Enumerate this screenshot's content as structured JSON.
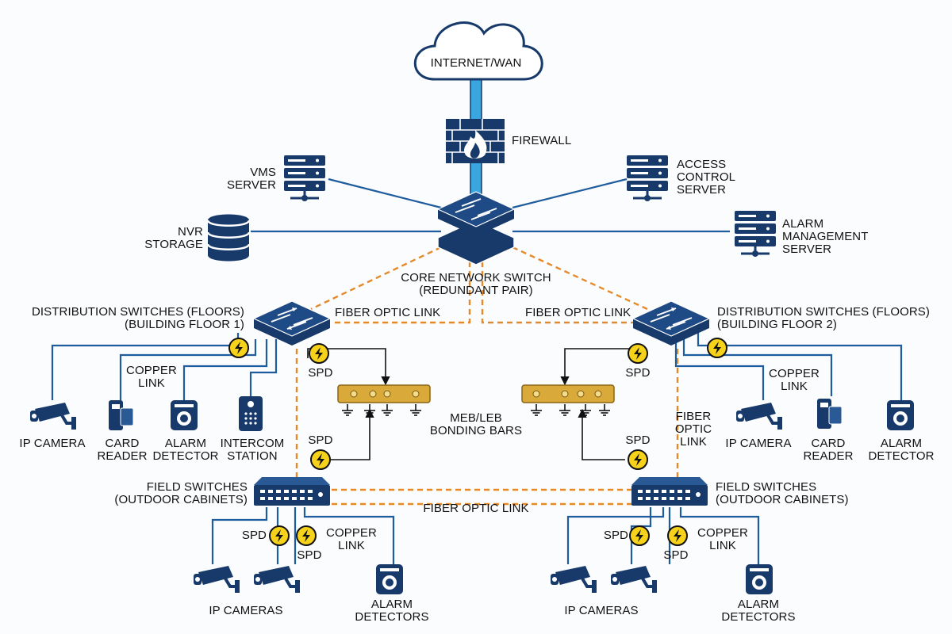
{
  "diagram": {
    "cloud": "INTERNET/WAN",
    "firewall": "FIREWALL",
    "vms_server": [
      "VMS",
      "SERVER"
    ],
    "nvr_storage": [
      "NVR",
      "STORAGE"
    ],
    "access_server": [
      "ACCESS",
      "CONTROL",
      "SERVER"
    ],
    "alarm_server": [
      "ALARM",
      "MANAGEMENT",
      "SERVER"
    ],
    "core_switch": [
      "CORE NETWORK SWITCH",
      "(REDUNDANT PAIR)"
    ],
    "dist_left": [
      "DISTRIBUTION SWITCHES (FLOORS)",
      "(BUILDING FLOOR 1)"
    ],
    "dist_right": [
      "DISTRIBUTION SWITCHES (FLOORS)",
      "(BUILDING FLOOR 2)"
    ],
    "fiber_link": "FIBER OPTIC LINK",
    "fiber_link_vertical": [
      "FIBER",
      "OPTIC",
      "LINK"
    ],
    "copper_link": [
      "COPPER",
      "LINK"
    ],
    "spd": "SPD",
    "bonding_bars": [
      "MEB/LEB",
      "BONDING BARS"
    ],
    "field_left": [
      "FIELD SWITCHES",
      "(OUTDOOR CABINETS)"
    ],
    "field_right": [
      "FIELD SWITCHES",
      "(OUTDOOR CABINETS)"
    ],
    "ip_camera": "IP CAMERA",
    "card_reader": [
      "CARD",
      "READER"
    ],
    "alarm_detector": [
      "ALARM",
      "DETECTOR"
    ],
    "intercom_station": [
      "INTERCOM",
      "STATION"
    ],
    "ip_cameras": "IP CAMERAS",
    "alarm_detectors": [
      "ALARM",
      "DETECTORS"
    ]
  },
  "colors": {
    "navy": "#173a6b",
    "copper_line": "#1f5c9e",
    "fiber_orange": "#e58a2b",
    "wan_blue": "#3aa6df",
    "spd_yellow": "#f7d21b",
    "bonding_gold": "#d9a93a"
  }
}
